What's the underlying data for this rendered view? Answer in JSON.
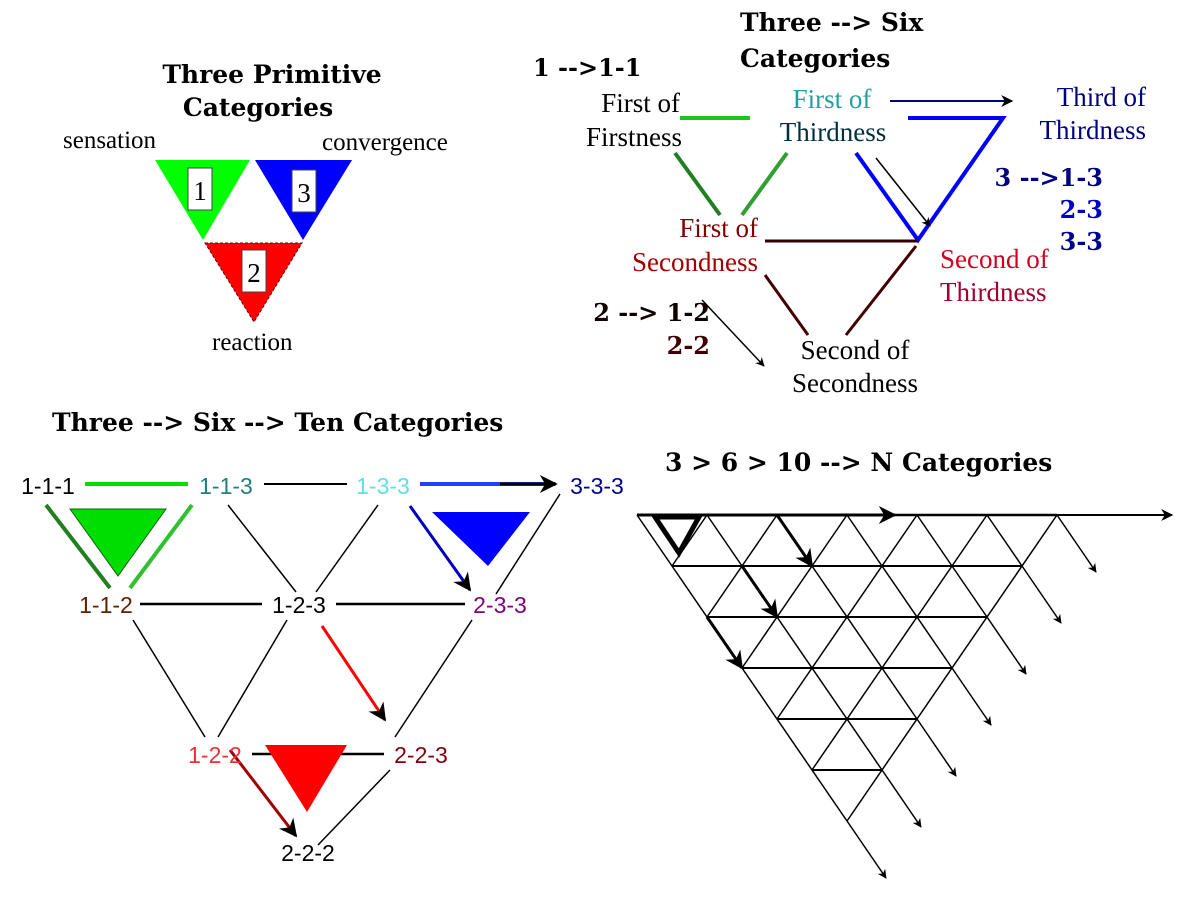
{
  "primitive": {
    "title_line1": "Three Primitive",
    "title_line2": "Categories",
    "label_first": "sensation",
    "label_third": "convergence",
    "label_second": "reaction",
    "num_first": "1",
    "num_third": "3",
    "num_second": "2"
  },
  "six": {
    "title_line1": "Three --> Six",
    "title_line2": "Categories",
    "map1": "1 -->1-1",
    "map2_line1": "2 --> 1-2",
    "map2_line2": "2-2",
    "map3_line1": "3 -->1-3",
    "map3_line2": "2-3",
    "map3_line3": "3-3",
    "first_of_firstness": [
      "First of",
      "Firstness"
    ],
    "first_of_thirdness": [
      "First of",
      "Thirdness"
    ],
    "third_of_thirdness": [
      "Third of",
      "Thirdness"
    ],
    "first_of_secondness": [
      "First of",
      "Secondness"
    ],
    "second_of_thirdness": [
      "Second of",
      "Thirdness"
    ],
    "second_of_secondness": [
      "Second of",
      "Secondness"
    ]
  },
  "ten": {
    "title": "Three --> Six --> Ten Categories",
    "nodes": [
      "1-1-1",
      "1-1-3",
      "1-3-3",
      "3-3-3",
      "1-1-2",
      "1-2-3",
      "2-3-3",
      "1-2-2",
      "2-2-3",
      "2-2-2"
    ]
  },
  "n": {
    "title": "3 > 6 > 10 --> N Categories",
    "rows": 6
  },
  "colors": {
    "green": "#00e000",
    "dark_green": "#208020",
    "blue": "#0000ff",
    "red": "#ff0000",
    "dark_red": "#800000",
    "navy": "#000080",
    "cyan": "#40e0e0"
  }
}
